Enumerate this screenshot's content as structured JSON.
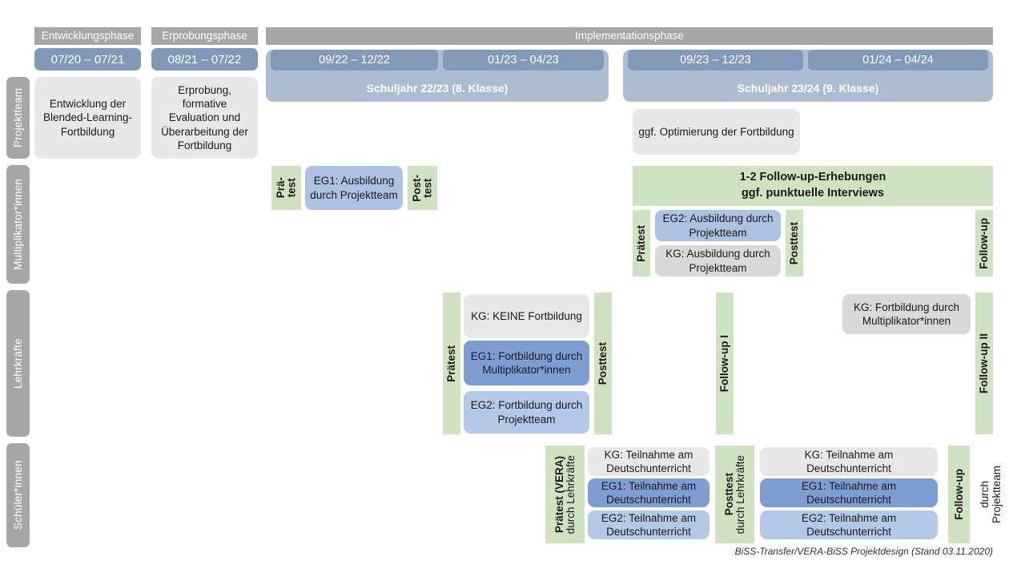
{
  "title": "BiSS-Transfer/VERA-BiSS Projektdesign",
  "colors": {
    "grey_header": "#a6a6a6",
    "period_blue": "#8099b8",
    "schuljahr_blue": "#aebcd2",
    "green": "#cfe2c2",
    "grey_card": "#e8e8e8",
    "blue_light": "#adc2e3",
    "blue_dark": "#7c9ed3"
  },
  "phases": [
    {
      "label": "Entwicklungsphase"
    },
    {
      "label": "Erprobungsphase"
    },
    {
      "label": "Implementationsphase"
    }
  ],
  "periods": [
    {
      "label": "07/20 – 07/21"
    },
    {
      "label": "08/21 – 07/22"
    },
    {
      "label": "09/22 – 12/22"
    },
    {
      "label": "01/23 – 04/23"
    },
    {
      "label": "09/23 – 12/23"
    },
    {
      "label": "01/24 – 04/24"
    }
  ],
  "schuljahre": [
    {
      "label": "Schuljahr 22/23 (8. Klasse)"
    },
    {
      "label": "Schuljahr 23/24 (9. Klasse)"
    }
  ],
  "rows": [
    {
      "label": "Projektteam"
    },
    {
      "label": "Multiplikator*innen"
    },
    {
      "label": "Lehrkräfte"
    },
    {
      "label": "Schüler*innen"
    }
  ],
  "projektteam": {
    "entwicklung": "Entwicklung der Blended-Learning-Fortbildung",
    "erprobung": "Erprobung, formative Evaluation und Überarbeitung der Fortbildung",
    "optimierung": "ggf. Optimierung der Fortbildung"
  },
  "multiplikator": {
    "praetest_1": "Prä-\ntest",
    "eg1": "EG1: Ausbildung durch Projektteam",
    "posttest_1": "Post-\ntest",
    "followup_band": "1-2 Follow-up-Erhebungen\nggf. punktuelle Interviews",
    "praetest_2": "Prätest",
    "eg2": "EG2: Ausbildung durch Projektteam",
    "kg": "KG: Ausbildung durch Projektteam",
    "posttest_2": "Posttest",
    "followup": "Follow-up"
  },
  "lehrkraefte": {
    "praetest": "Prätest",
    "kg_keine": "KG:  KEINE Fortbildung",
    "eg1": "EG1: Fortbildung durch Multiplikator*innen",
    "eg2": "EG2: Fortbildung durch Projektteam",
    "posttest": "Posttest",
    "followup_1": "Follow-up I",
    "kg_fortbildung": "KG: Fortbildung durch Multiplikator*innen",
    "followup_2": "Follow-up II"
  },
  "schueler": {
    "praetest_bold": "Prätest (VERA)",
    "praetest_reg": "durch Lehrkräfte",
    "posttest_bold": "Posttest",
    "posttest_reg": "durch Lehrkräfte",
    "followup_bold": "Follow-up",
    "followup_reg1": "durch",
    "followup_reg2": "Projektteam",
    "left": {
      "kg": "KG: Teilnahme am Deutschunterricht",
      "eg1": "EG1: Teilnahme am Deutschunterricht",
      "eg2": "EG2: Teilnahme am Deutschunterricht"
    },
    "right": {
      "kg": "KG: Teilnahme am Deutschunterricht",
      "eg1": "EG1: Teilnahme am Deutschunterricht",
      "eg2": "EG2: Teilnahme am Deutschunterricht"
    }
  },
  "footer": "BiSS-Transfer/VERA-BiSS Projektdesign (Stand 03.11.2020)"
}
